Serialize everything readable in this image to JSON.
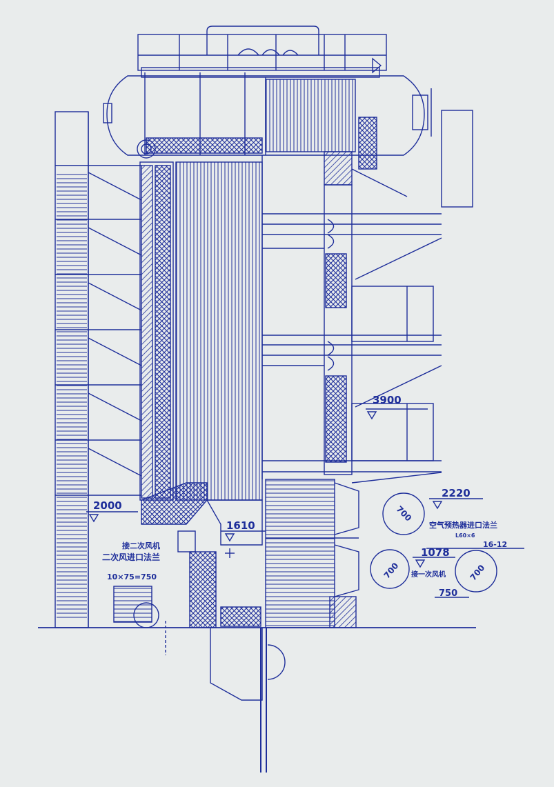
{
  "colors": {
    "paper": "#e9ecec",
    "ink": "#1e2e9a"
  },
  "elevations": {
    "top_right": "3900",
    "air_preheater": "2220",
    "air_inlet_flange": "1078",
    "left": "2000",
    "center": "1610"
  },
  "duct_labels": {
    "air_preheater_inlet": "空气预热器进口法兰",
    "preheater_angle": "L60×6",
    "preheater_bolts": "16-12",
    "primary_fan": "接一次风机",
    "primary_width": "750",
    "secondary_fan": "接二次风机",
    "secondary_inlet": "二次风进口法兰",
    "secondary_size": "10×75=750"
  },
  "pipe_diameters": {
    "upper": "700",
    "lower_left": "700",
    "lower_right": "700"
  }
}
